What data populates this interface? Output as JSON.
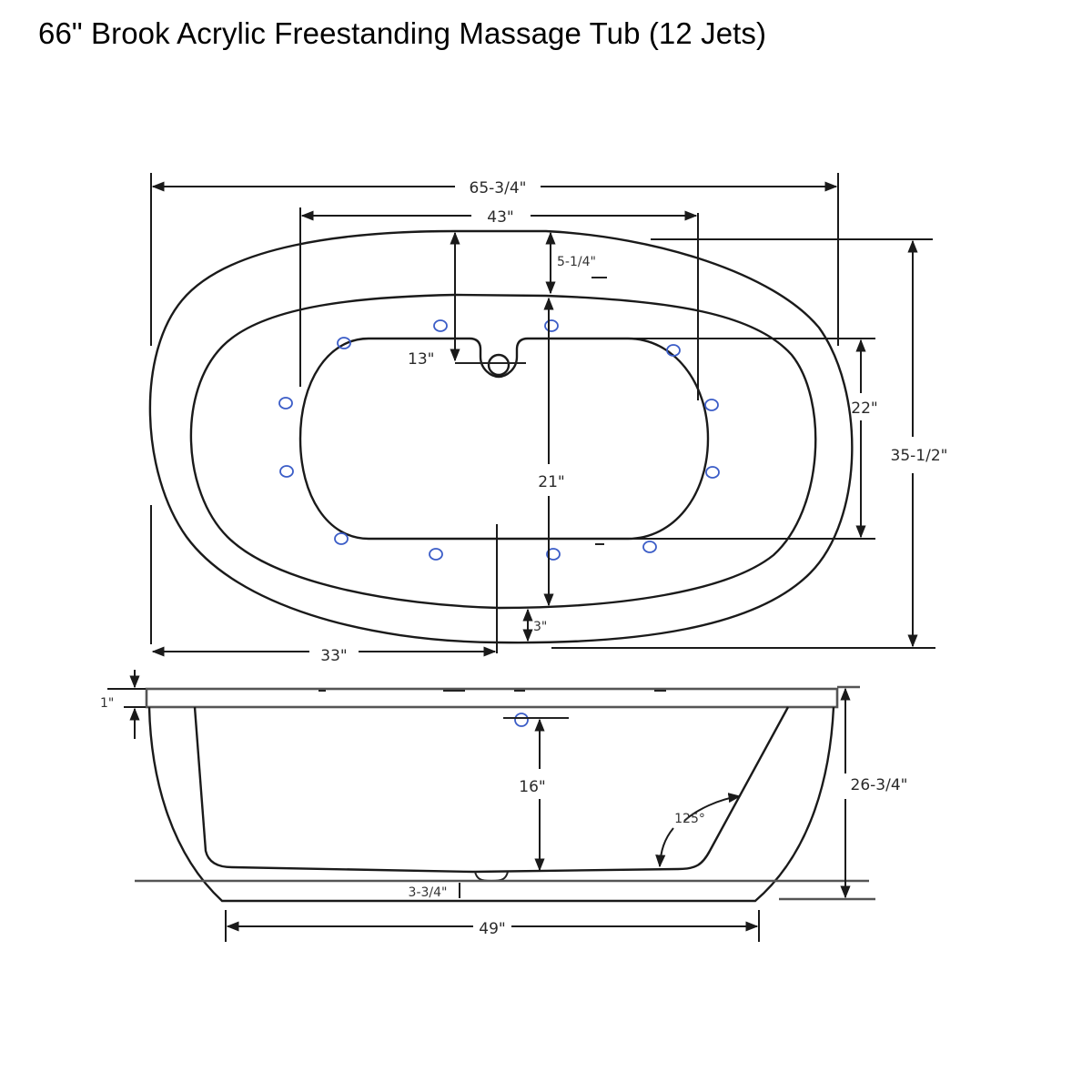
{
  "title": "66\" Brook Acrylic Freestanding Massage Tub (12 Jets)",
  "colors": {
    "line": "#1a1a1a",
    "jet": "#3a5cc7",
    "background": "#ffffff"
  },
  "top_view": {
    "dimensions": {
      "overall_length": "65-3/4\"",
      "interior_length": "43\"",
      "rim_width": "5-1/4\"",
      "drain_offset": "13\"",
      "interior_width_to_center": "21\"",
      "interior_width": "22\"",
      "overall_width": "35-1/2\"",
      "rim_bottom": "3\"",
      "half_length": "33\""
    },
    "jet_count": 12
  },
  "side_view": {
    "dimensions": {
      "rim_thickness": "1\"",
      "overflow_height": "16\"",
      "backrest_angle": "125°",
      "overall_height": "26-3/4\"",
      "base_height": "3-3/4\"",
      "base_length": "49\""
    }
  }
}
